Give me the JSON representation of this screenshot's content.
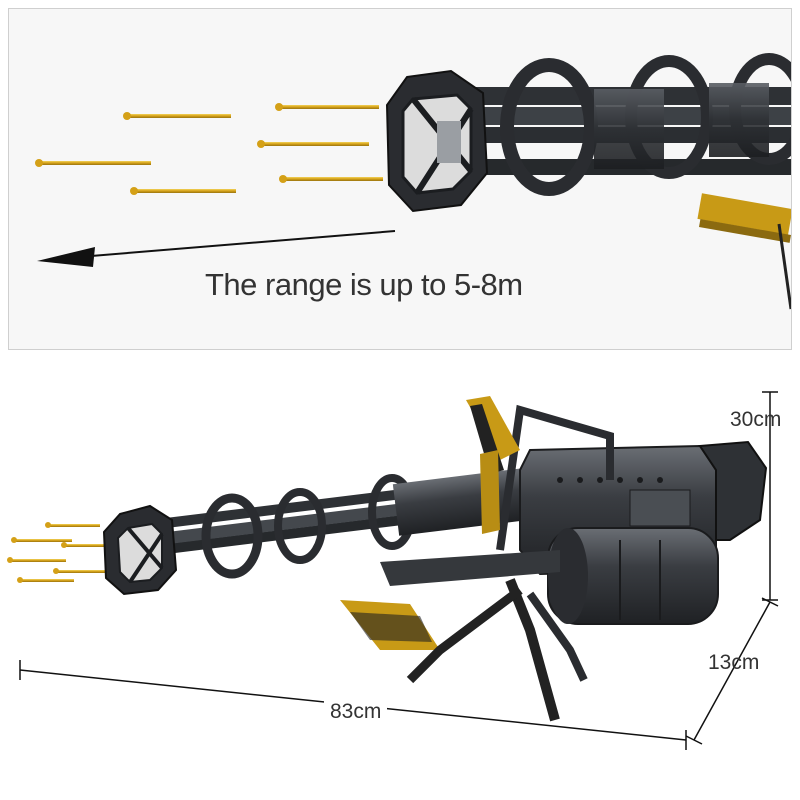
{
  "top_panel": {
    "range_text": "The range is up to 5-8m",
    "icons": [
      "arrow-left-icon",
      "bullet-icon"
    ]
  },
  "dimensions": {
    "height": "30cm",
    "depth": "13cm",
    "length": "83cm"
  },
  "colors": {
    "gun_body": "#3a3d42",
    "gun_dark": "#1f2124",
    "bullet_gold": "#d4a017",
    "panel_bg": "#f7f7f7",
    "text": "#333333"
  }
}
